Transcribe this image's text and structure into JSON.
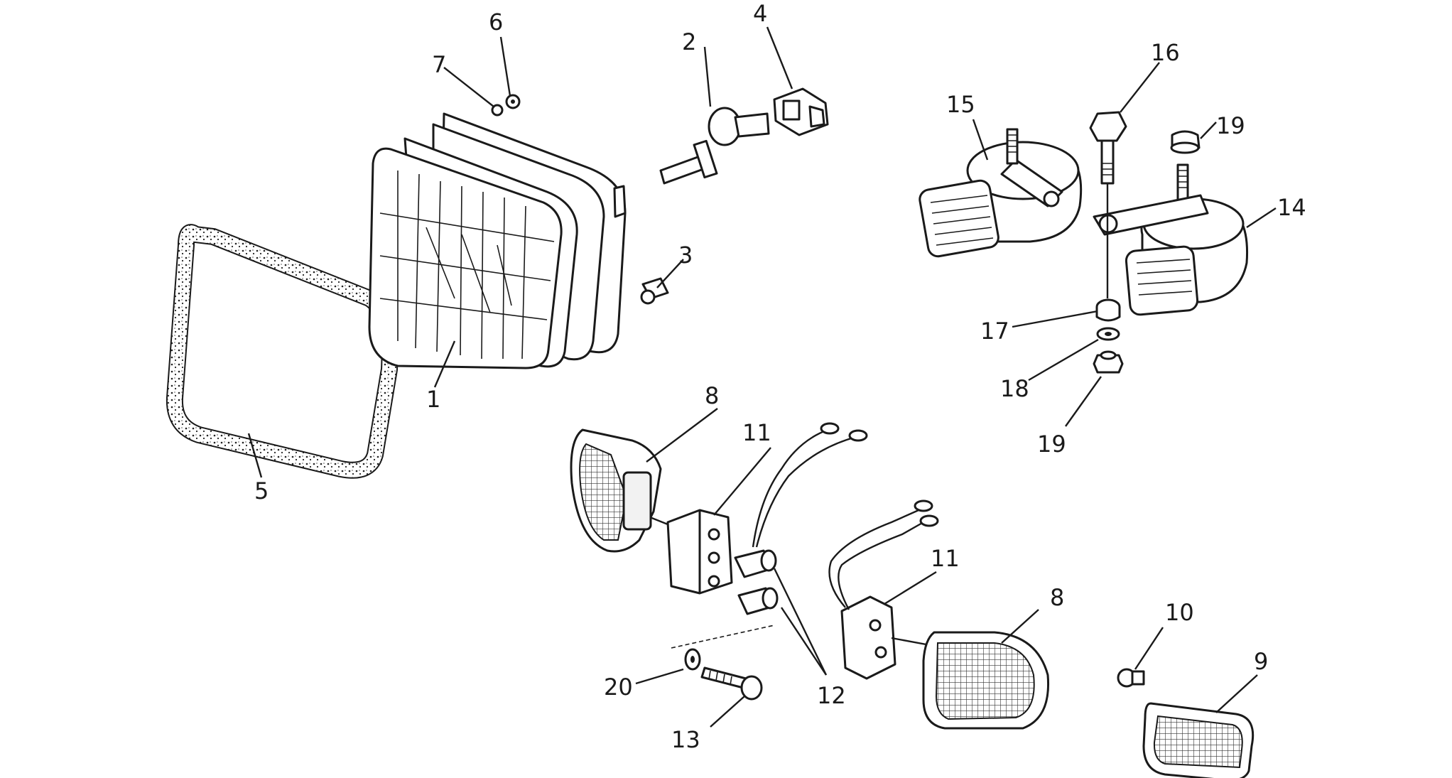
{
  "diagram": {
    "callouts": {
      "c1": "1",
      "c2": "2",
      "c3": "3",
      "c4": "4",
      "c5": "5",
      "c6": "6",
      "c7": "7",
      "c8a": "8",
      "c8b": "8",
      "c9": "9",
      "c10": "10",
      "c11a": "11",
      "c11b": "11",
      "c12": "12",
      "c13": "13",
      "c14": "14",
      "c15": "15",
      "c16": "16",
      "c17": "17",
      "c18": "18",
      "c19a": "19",
      "c19b": "19",
      "c20": "20"
    }
  }
}
